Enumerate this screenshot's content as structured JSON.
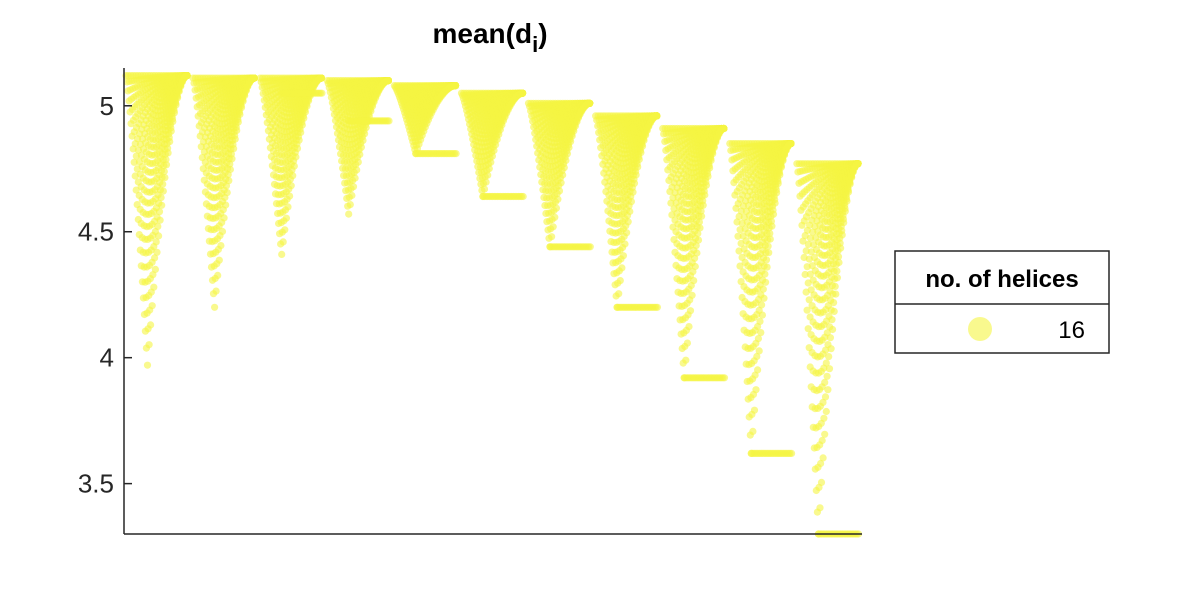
{
  "chart_data": {
    "type": "scatter",
    "title_main": "mean(d",
    "title_sub": "i",
    "title_close": ")",
    "xlabel": "",
    "ylabel": "",
    "ylim": [
      3.3,
      5.15
    ],
    "y_ticks": [
      3.5,
      4,
      4.5,
      5
    ],
    "y_tick_labels": [
      "3.5",
      "4",
      "4.5",
      "5"
    ],
    "grid": false,
    "legend": {
      "title": "no. of helices",
      "placement": "right",
      "entries": [
        {
          "label": "16",
          "color": "#f5f542"
        }
      ]
    },
    "series": [
      {
        "name": "16",
        "color": "#f5f542",
        "opacity": 0.6,
        "groups": [
          {
            "top": 5.12,
            "base": 5.12,
            "min": 3.97
          },
          {
            "top": 5.11,
            "base": 5.11,
            "min": 4.2
          },
          {
            "top": 5.11,
            "base": 5.05,
            "min": 4.41
          },
          {
            "top": 5.1,
            "base": 4.94,
            "min": 4.57
          },
          {
            "top": 5.08,
            "base": 4.81,
            "min": 4.81
          },
          {
            "top": 5.05,
            "base": 4.64,
            "min": 4.64
          },
          {
            "top": 5.01,
            "base": 4.44,
            "min": 4.44
          },
          {
            "top": 4.96,
            "base": 4.2,
            "min": 4.2
          },
          {
            "top": 4.91,
            "base": 3.92,
            "min": 3.92
          },
          {
            "top": 4.85,
            "base": 3.62,
            "min": 3.62
          },
          {
            "top": 4.77,
            "base": 3.3,
            "min": 3.3
          }
        ]
      }
    ]
  }
}
